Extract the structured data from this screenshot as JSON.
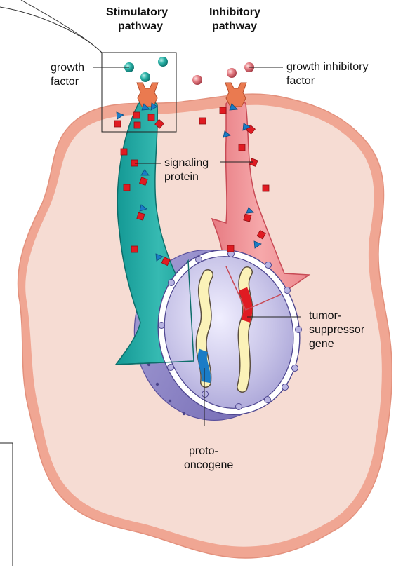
{
  "headers": {
    "stimulatory_line1": "Stimulatory",
    "stimulatory_line2": "pathway",
    "inhibitory_line1": "Inhibitory",
    "inhibitory_line2": "pathway"
  },
  "labels": {
    "growth_factor_line1": "growth",
    "growth_factor_line2": "factor",
    "growth_inhibitory_line1": "growth inhibitory",
    "growth_inhibitory_line2": "factor",
    "signaling_line1": "signaling",
    "signaling_line2": "protein",
    "tumor_line1": "tumor-",
    "tumor_line2": "suppressor",
    "tumor_line3": "gene",
    "proto_line1": "proto-",
    "proto_line2": "oncogene"
  },
  "colors": {
    "cell_fill": "#f6dcd3",
    "cell_outline": "#eba28f",
    "stimulatory": "#1fa4a0",
    "inhibitory": "#ef8e92",
    "nucleus": "#c9c6e6",
    "dna": "#fbf2b8",
    "proto_oncogene": "#1a7cc6",
    "tumor_suppressor": "#e01b22",
    "signal_square": "#e01b22",
    "signal_triangle": "#1a7cc6"
  }
}
